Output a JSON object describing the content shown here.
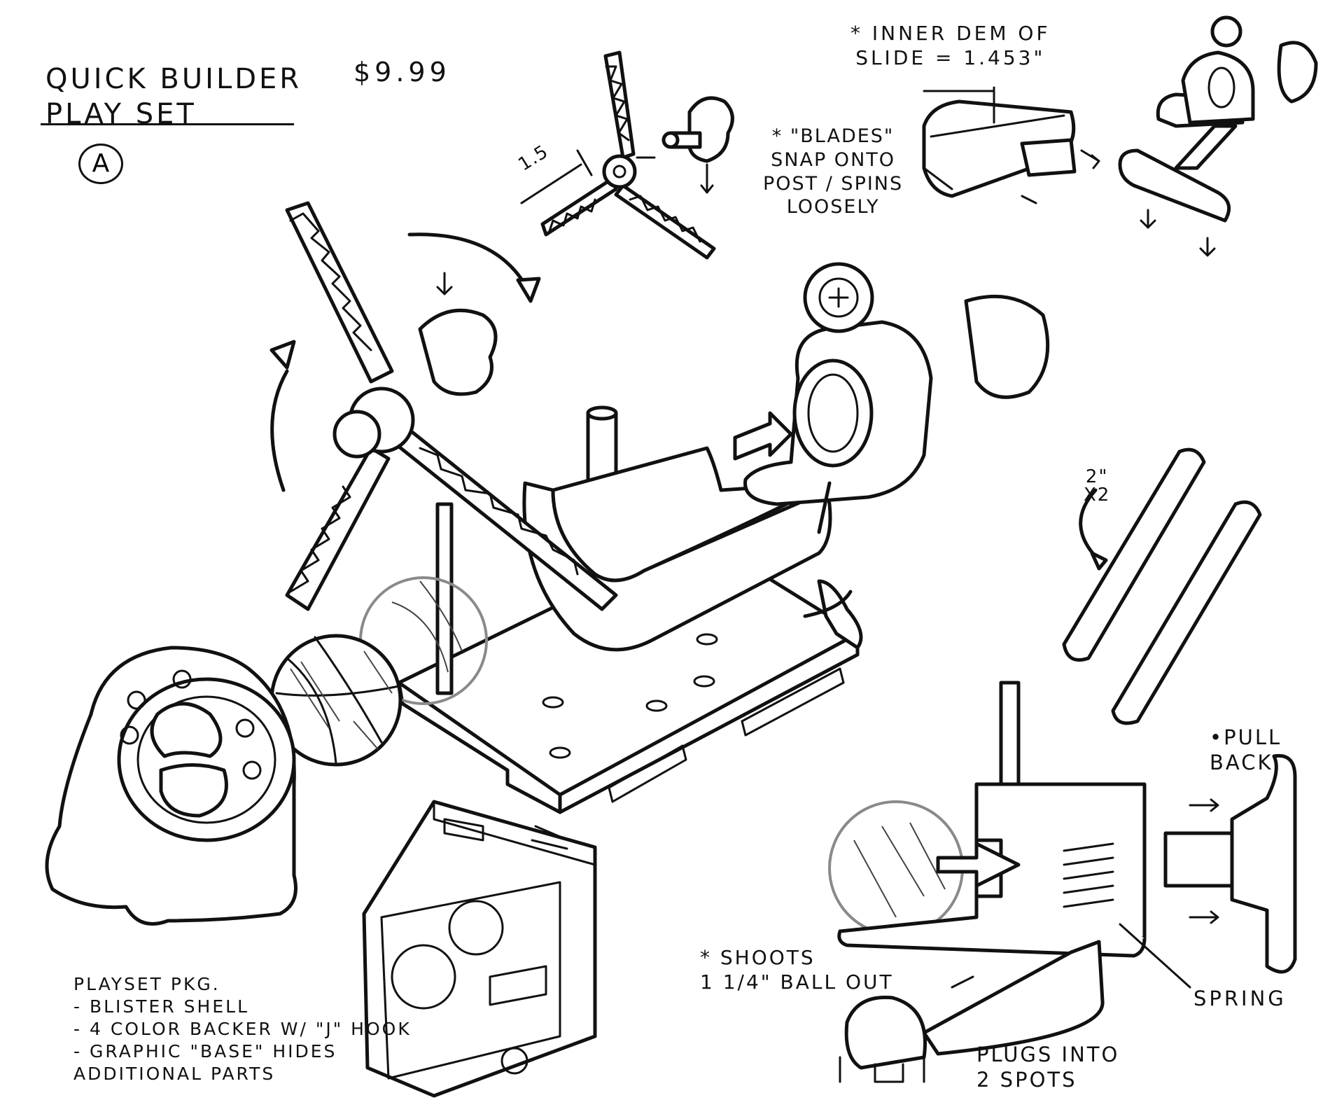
{
  "sheet": {
    "title": "QUICK BUILDER\nPLAY SET",
    "variant": "A",
    "price": "$9.99"
  },
  "notes": {
    "blades_dimension": "1.5",
    "blades": "* \"BLADES\"\nSNAP ONTO\nPOST / SPINS\nLOOSELY",
    "slide": "* INNER DEM OF\nSLIDE = 1.453\"",
    "rods": "2\"\nX2",
    "pull_back": "•PULL BACK",
    "shoots": "* SHOOTS\n1 1/4\" BALL OUT",
    "spring": "SPRING",
    "plugs": "PLUGS INTO\n2 SPOTS",
    "package": "PLAYSET PKG.\n- BLISTER SHELL\n- 4 COLOR BACKER W/ \"J\" HOOK\n- GRAPHIC \"BASE\" HIDES\n  ADDITIONAL PARTS"
  }
}
